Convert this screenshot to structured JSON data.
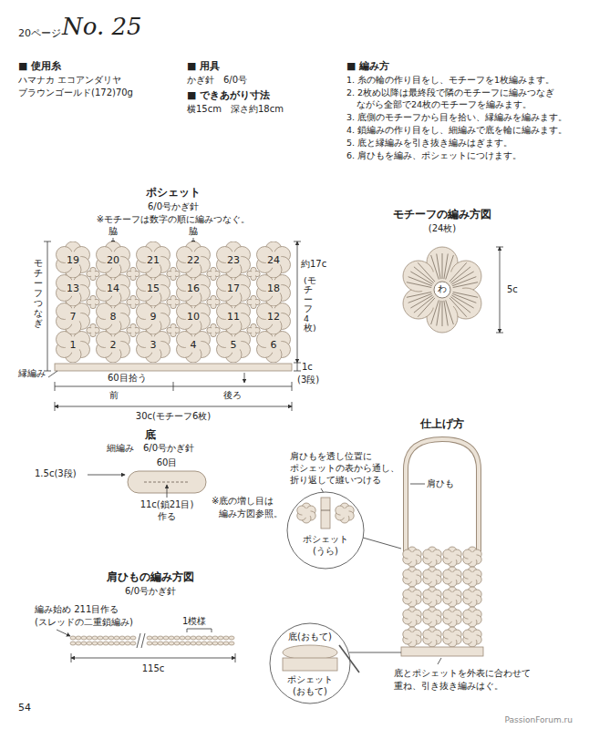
{
  "diagram": {
    "title": "No. 25",
    "nodes": [
      {
        "text": [
          "1"
        ]
      },
      {
        "text": [
          "2"
        ]
      },
      {
        "text": [
          "3"
        ]
      },
      {
        "text": [
          "4"
        ]
      },
      {
        "text": [
          "5"
        ]
      },
      {
        "text": [
          "6"
        ]
      },
      {
        "text": [
          "7"
        ]
      },
      {
        "text": [
          "8"
        ]
      },
      {
        "text": [
          "9"
        ]
      },
      {
        "text": [
          "10"
        ]
      },
      {
        "text": [
          "11"
        ]
      },
      {
        "text": [
          "12"
        ]
      },
      {
        "text": [
          "13"
        ]
      },
      {
        "text": [
          "14"
        ]
      },
      {
        "text": [
          "15"
        ]
      },
      {
        "text": [
          "16"
        ]
      },
      {
        "text": [
          "17"
        ]
      },
      {
        "text": [
          "18"
        ]
      },
      {
        "text": [
          "19"
        ]
      },
      {
        "text": [
          "20"
        ]
      },
      {
        "text": [
          "21"
        ]
      },
      {
        "text": [
          "22"
        ]
      },
      {
        "text": [
          "23"
        ]
      },
      {
        "text": [
          "24"
        ]
      }
    ],
    "labels": [
      "20ページ",
      "■ 使用糸",
      "ハマナカ エコアンダリヤ",
      "ブラウンゴールド(172)70g",
      "■ 用具",
      "かぎ針　6/0号",
      "■ できあがり寸法",
      "横15cm　深さ約18cm",
      "■ 編み方",
      "1. 糸の輪の作り目をし、モチーフを1枚編みます。",
      "2. 2枚め以降は最終段で隣のモチーフに編みつなぎ",
      "ながら全部で24枚のモチーフを編みます。",
      "3. 底側のモチーフから目を拾い、縁編みを編みます。",
      "4. 鎖編みの作り目をし、細編みで底を輪に編みます。",
      "5. 底と縁編みを引き抜き編みはぎます。",
      "6. 肩ひもを編み、ポシェットにつけます。",
      "ポシェット",
      "6/0号かぎ針",
      "※モチーフは数字の順に編みつなぐ。",
      "脇",
      "脇",
      "モチーフつなぎ",
      "約17c",
      "(モチーフ4枚)",
      "縁編み",
      "60目拾う",
      "1c",
      "(3段)",
      "前",
      "後ろ",
      "30c(モチーフ6枚)",
      "モチーフの編み方図",
      "(24枚)",
      "わ",
      "5c",
      "底",
      "細編み　6/0号かぎ針",
      "1.5c(3段)",
      "60目",
      "11c(鎖21目)",
      "作る",
      "※底の増し目は",
      "編み方図参照。",
      "肩ひもの編み方図",
      "6/0号かぎ針",
      "編み始め 211目作る",
      "(スレッドの二重鎖編み)",
      "1模様",
      "115c",
      "仕上げ方",
      "肩ひもを透し位置に",
      "ポシェットの表から通し、",
      "折り返して縫いつける",
      "肩ひも",
      "ポシェット",
      "(うら)",
      "底(おもて)",
      "ポシェット",
      "(おもて)",
      "底とポシェットを外表に合わせて",
      "重ね、引き抜き編みはぐ。",
      "54",
      "PassionForum.ru"
    ]
  }
}
